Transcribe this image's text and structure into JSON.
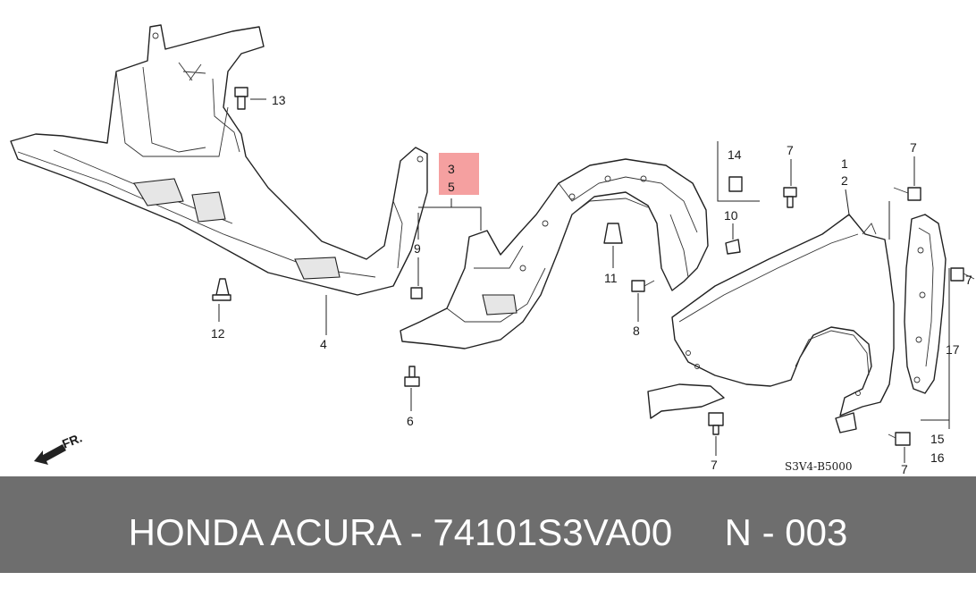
{
  "diagram": {
    "highlight_color": "#f5a0a0",
    "highlighted_callouts": [
      "3",
      "5"
    ],
    "callouts": {
      "n1": "1",
      "n2": "2",
      "n3": "3",
      "n4": "4",
      "n5": "5",
      "n6": "6",
      "n7a": "7",
      "n7b": "7",
      "n7c": "7",
      "n7d": "7",
      "n7e": "7",
      "n8": "8",
      "n9": "9",
      "n10": "10",
      "n11": "11",
      "n12": "12",
      "n13": "13",
      "n14": "14",
      "n15": "15",
      "n16": "16",
      "n17": "17"
    },
    "front_marker": "FR.",
    "diagram_code": "S3V4-B5000"
  },
  "footer": {
    "brand": "HONDA ACURA",
    "separator": " - ",
    "part_number": "74101S3VA00",
    "page": "N - 003",
    "background": "#6e6e6e"
  }
}
